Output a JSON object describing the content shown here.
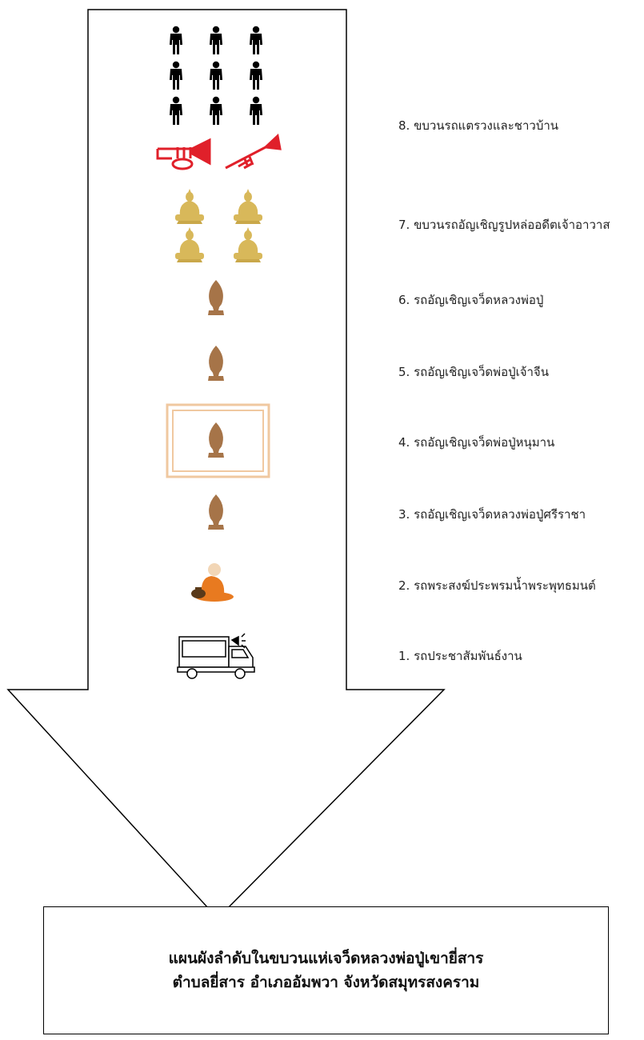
{
  "procession": {
    "labels": [
      "8. ขบวนรถแตรวงและชาวบ้าน",
      "7. ขบวนรถอัญเชิญรูปหล่ออดีตเจ้าอาวาส",
      "6. รถอัญเชิญเจว็ดหลวงพ่อปู่",
      "5. รถอัญเชิญเจว็ดพ่อปู่เจ้าจีน",
      "4. รถอัญเชิญเจว็ดพ่อปู่หนุมาน",
      "3. รถอัญเชิญเจว็ดหลวงพ่อปู่ศรีราชา",
      "2. รถพระสงฆ์ประพรมน้ำพระพุทธมนต์",
      "1. รถประชาสัมพันธ์งาน"
    ]
  },
  "caption": {
    "line1": "แผนผังลำดับในขบวนแห่เจว็ดหลวงพ่อปู่เขายี่สาร",
    "line2": "ตำบลยี่สาร อำเภออัมพวา จังหวัดสมุทรสงคราม"
  },
  "colors": {
    "people": "#000000",
    "trumpet": "#e0202a",
    "buddha": "#d8b85a",
    "chewet": "#a67448",
    "highlight_frame": "#f0c8a0",
    "monk_robe": "#e87a20"
  },
  "icons": {
    "people": "person-icon",
    "band": "trumpet-icon",
    "statues": "seated-buddha-icon",
    "chewet": "chewet-icon",
    "monk": "monk-icon",
    "truck": "pr-truck-icon"
  }
}
